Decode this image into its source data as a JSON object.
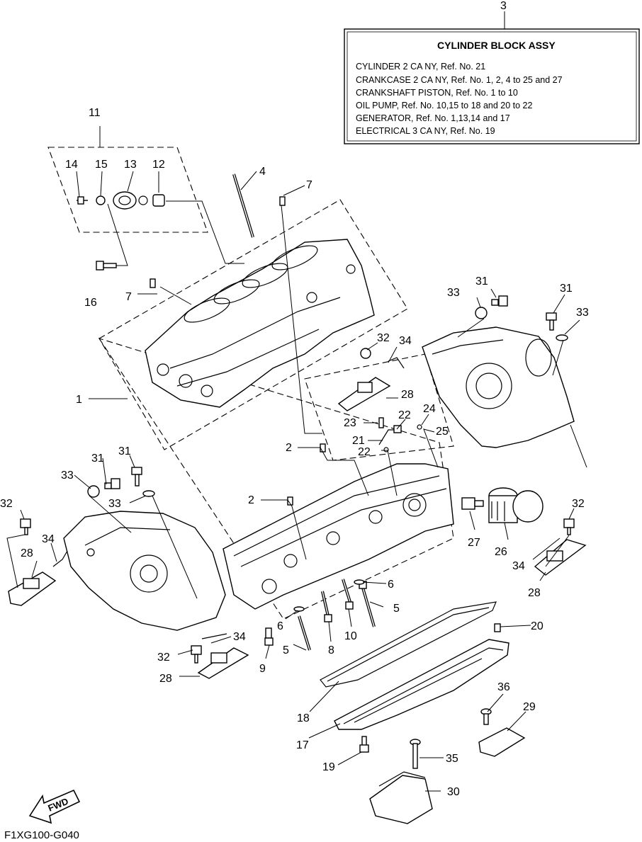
{
  "assembly_box": {
    "ref": "3",
    "title": "CYLINDER BLOCK ASSY",
    "lines": [
      "CYLINDER 2 CA NY,   Ref. No. 21",
      "CRANKCASE 2 CA NY, Ref. No. 1, 2, 4 to 25 and 27",
      "CRANKSHAFT PISTON, Ref. No. 1 to 10",
      "OIL PUMP,   Ref. No. 10,15 to 18 and 20 to 22",
      "GENERATOR,  Ref. No. 1,13,14 and 17",
      "ELECTRICAL 3 CA NY, Ref. No. 19"
    ]
  },
  "callouts": {
    "c11": "11",
    "c14": "14",
    "c15": "15",
    "c13": "13",
    "c12": "12",
    "c4": "4",
    "c7a": "7",
    "c7b": "7",
    "c16": "16",
    "c1": "1",
    "c33a": "33",
    "c31a": "31",
    "c31b": "31",
    "c33b": "33",
    "c32a": "32",
    "c34a": "34",
    "c28a": "28",
    "c23": "23",
    "c22a": "22",
    "c24": "24",
    "c21": "21",
    "c25": "25",
    "c22b": "22",
    "c2a": "2",
    "c2b": "2",
    "c31c": "31",
    "c33c": "33",
    "c31d": "31",
    "c33d": "33",
    "c32b": "32",
    "c34b": "34",
    "c28b": "28",
    "c27": "27",
    "c26": "26",
    "c32c": "32",
    "c34c": "34",
    "c28c": "28",
    "c6a": "6",
    "c5a": "5",
    "c6b": "6",
    "c10": "10",
    "c8": "8",
    "c5b": "5",
    "c9": "9",
    "c34d": "34",
    "c32d": "32",
    "c28d": "28",
    "c20": "20",
    "c18": "18",
    "c17": "17",
    "c19": "19",
    "c36": "36",
    "c29": "29",
    "c35": "35",
    "c30": "30"
  },
  "fwd_label": "FWD",
  "figure_code": "F1XG100-G040"
}
